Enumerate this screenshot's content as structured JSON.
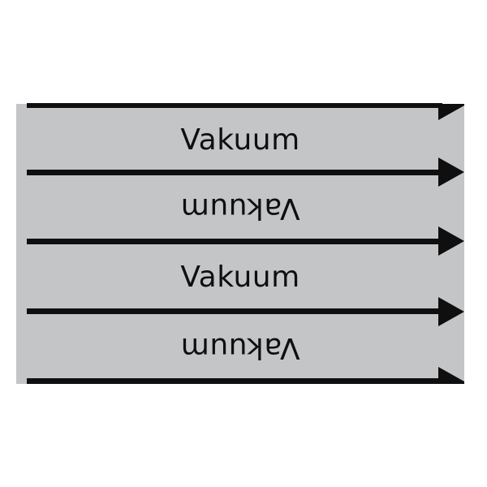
{
  "label": {
    "rows": [
      {
        "text": "Vakuum",
        "upside_down": false
      },
      {
        "text": "Vakuum",
        "upside_down": true
      },
      {
        "text": "Vakuum",
        "upside_down": false
      },
      {
        "text": "Vakuum",
        "upside_down": true
      }
    ],
    "arrow_count": 5
  },
  "colors": {
    "background": "#c4c5c7",
    "foreground": "#0f0f0f"
  }
}
